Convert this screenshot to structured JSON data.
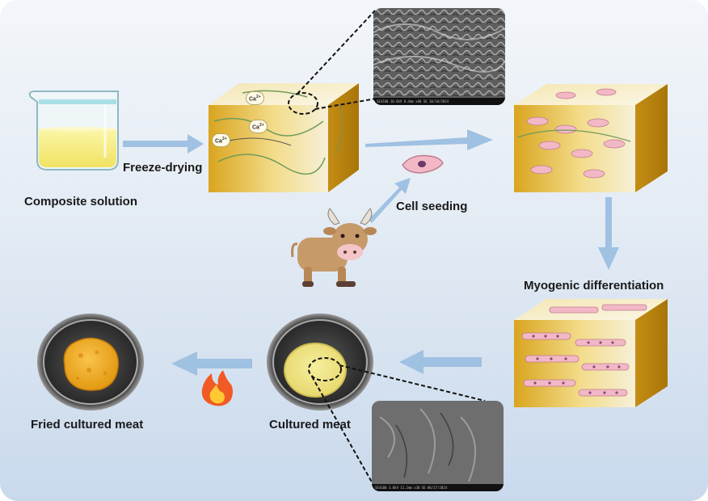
{
  "labels": {
    "composite_solution": "Composite solution",
    "freeze_drying": "Freeze-drying",
    "cell_seeding": "Cell seeding",
    "myogenic_differentiation": "Myogenic differentiation",
    "cultured_meat": "Cultured meat",
    "fried_cultured_meat": "Fried cultured meat"
  },
  "ions": [
    "Ca",
    "Ca",
    "Ca"
  ],
  "ion_charge": "2+",
  "sem_captions": {
    "top": "SE4100 10.0kV 8.4mm x60 SE 10/10/2024",
    "bottom": "SE4100 3.0kV 11.2mm x30 SE 06/27/2024"
  },
  "icons": [
    "beaker-icon",
    "scaffold-icon",
    "muscle-cell-icon",
    "cow-icon",
    "petri-dish-icon",
    "fire-icon",
    "sem-image"
  ],
  "colors": {
    "arrow": "#9fc1e2",
    "scaffold": "#d4a92a",
    "cell": "#f2b8c6",
    "nucleus": "#8a4a7a",
    "solution": "#f5ec7a"
  }
}
